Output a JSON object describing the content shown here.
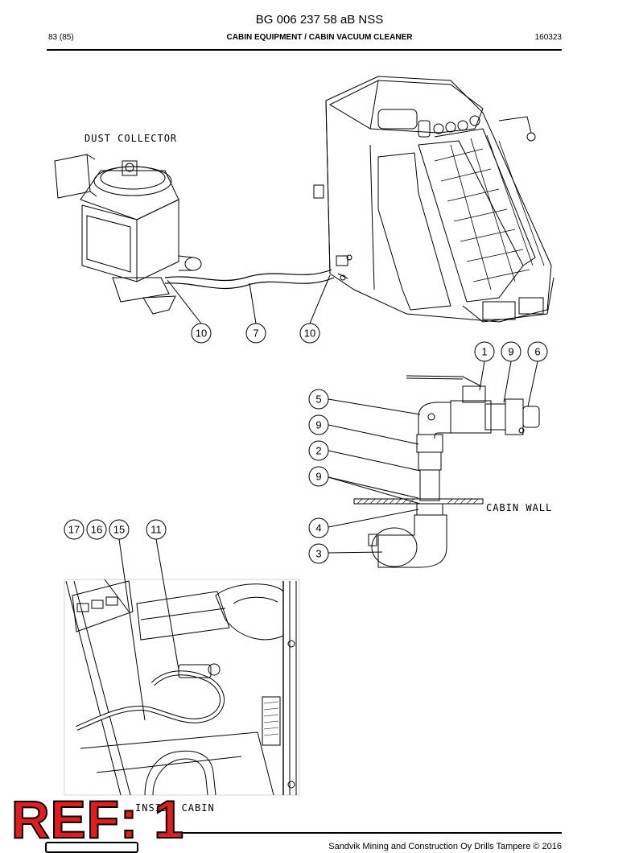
{
  "header": {
    "doc_title": "BG 006 237 58 aB NSS",
    "page": "83 (85)",
    "section": "CABIN EQUIPMENT / CABIN VACUUM CLEANER",
    "date": "160323"
  },
  "labels": {
    "dust_collector": "DUST COLLECTOR",
    "cabin_wall": "CABIN WALL",
    "inside_cabin": "INSIDE CABIN"
  },
  "callouts": {
    "c10a": "10",
    "c7": "7",
    "c10b": "10",
    "c1": "1",
    "c9a": "9",
    "c6": "6",
    "c5": "5",
    "c9b": "9",
    "c2": "2",
    "c9c": "9",
    "c4": "4",
    "c3": "3",
    "c17": "17",
    "c16": "16",
    "c15": "15",
    "c11": "11"
  },
  "footer": {
    "text": "Sandvik Mining and Construction Oy Drills Tampere © 2016"
  },
  "stamp": "REF: 1"
}
